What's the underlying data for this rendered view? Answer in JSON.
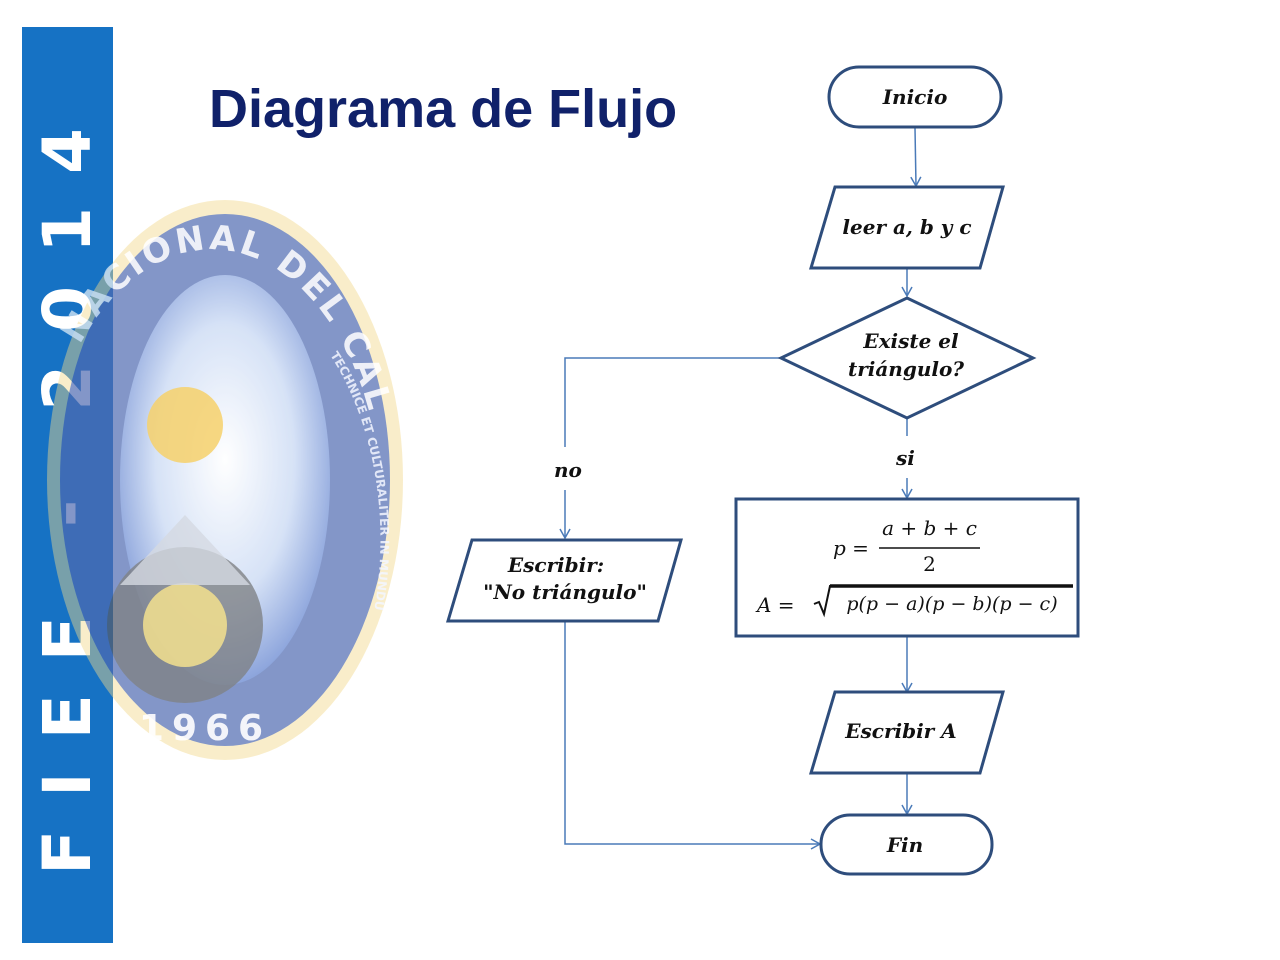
{
  "sidebar": {
    "text": "FIEE - 2014"
  },
  "title": "Diagrama de Flujo",
  "seal": {
    "ring_text": "NACIONAL DEL CALLAO",
    "motto": "TECHNICE ET CULTURALITER IN MUNDUM MELIOREM",
    "year": "1966"
  },
  "flowchart": {
    "start": "Inicio",
    "input": "leer a, b y c",
    "decision_line1": "Existe el",
    "decision_line2": "triángulo?",
    "yes_label": "si",
    "no_label": "no",
    "process_p_lhs": "p =",
    "process_p_num": "a + b + c",
    "process_p_den": "2",
    "process_a_lhs": "A =",
    "process_a_radicand": "p(p − a)(p − b)(p − c)",
    "output_no_line1": "Escribir:",
    "output_no_line2": "\"No triángulo\"",
    "output_yes": "Escribir A",
    "end": "Fin"
  },
  "colors": {
    "sidebar": "#1672c4",
    "title": "#10216a",
    "shape_stroke": "#2e4d7c",
    "connector": "#4a7ab8"
  }
}
